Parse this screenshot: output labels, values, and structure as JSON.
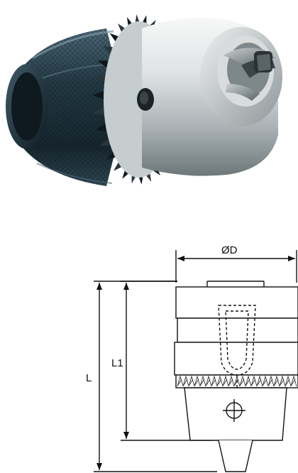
{
  "photo": {
    "subject": "keyed-drill-chuck-photo",
    "colors": {
      "body_dark": "#1b2e36",
      "body_mid": "#3a5563",
      "metal_light": "#e9ecec",
      "metal_mid": "#a7b0b3",
      "metal_dark": "#4d5557"
    }
  },
  "drawing": {
    "dimensions": {
      "diameter": "ØD",
      "length": "L",
      "length_inner": "L1"
    },
    "colors": {
      "line": "#111111",
      "hatch": "#333333"
    }
  }
}
